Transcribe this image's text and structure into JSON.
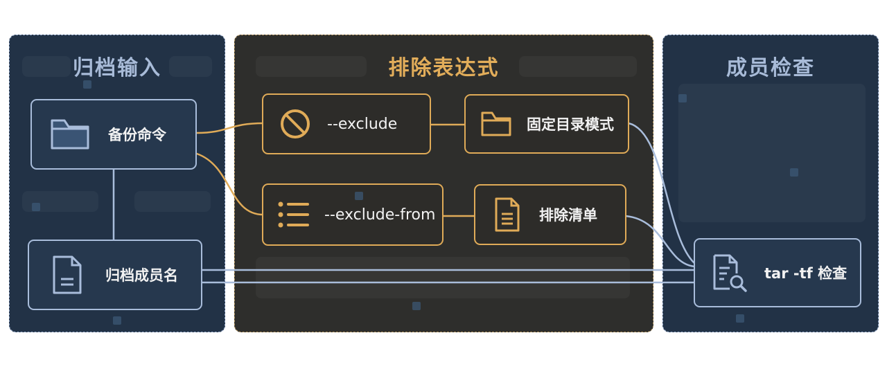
{
  "panels": {
    "input": {
      "title": "归档输入"
    },
    "exclude": {
      "title": "排除表达式"
    },
    "check": {
      "title": "成员检查"
    }
  },
  "nodes": {
    "backup_cmd": {
      "label": "备份命令",
      "icon": "folder-icon"
    },
    "member_name": {
      "label": "归档成员名",
      "icon": "document-icon"
    },
    "exclude": {
      "label": "--exclude",
      "icon": "ban-icon"
    },
    "fixed_pattern": {
      "label": "固定目录模式",
      "icon": "folder-icon"
    },
    "exclude_from": {
      "label": "--exclude-from",
      "icon": "list-icon"
    },
    "exclude_list": {
      "label": "排除清单",
      "icon": "document-list-icon"
    },
    "tar_check": {
      "label": "tar -tf 检查",
      "icon": "document-search-icon"
    }
  },
  "colors": {
    "blue_line": "#a9bddb",
    "amber_line": "#e0ab58",
    "blue_panel": "#223246",
    "dark_panel": "#2e2e2c"
  }
}
